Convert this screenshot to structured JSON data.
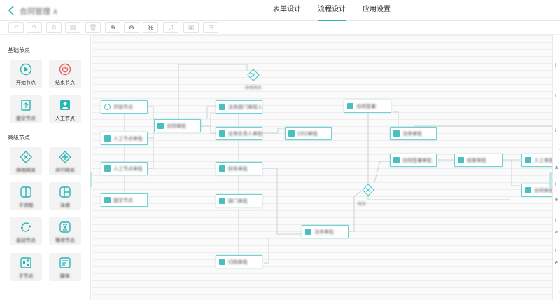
{
  "header": {
    "title": "合同管理 ∧",
    "tabs": [
      {
        "label": "表单设计",
        "active": false
      },
      {
        "label": "流程设计",
        "active": true
      },
      {
        "label": "应用设置",
        "active": false
      }
    ]
  },
  "toolbar": {
    "buttons": [
      {
        "icon": "undo-icon",
        "glyph": "↶"
      },
      {
        "icon": "redo-icon",
        "glyph": "↷"
      },
      {
        "icon": "copy-icon",
        "glyph": "⧉"
      },
      {
        "icon": "paste-icon",
        "glyph": "▤"
      },
      {
        "icon": "delete-icon",
        "glyph": "🗑"
      },
      {
        "icon": "zoom-in-icon",
        "glyph": "⊕"
      },
      {
        "icon": "zoom-out-icon",
        "glyph": "⊖"
      },
      {
        "icon": "actual-size-icon",
        "glyph": "%"
      },
      {
        "icon": "fit-screen-icon",
        "glyph": "⛶"
      },
      {
        "icon": "group-icon",
        "glyph": "▣"
      },
      {
        "icon": "ungroup-icon",
        "glyph": "⊟"
      }
    ]
  },
  "palette": {
    "basic_title": "基础节点",
    "basic": [
      {
        "label": "开始节点",
        "icon": "play-icon"
      },
      {
        "label": "结束节点",
        "icon": "power-icon"
      },
      {
        "label": "提交节点",
        "icon": "submit-icon"
      },
      {
        "label": "人工节点",
        "icon": "user-icon"
      }
    ],
    "advanced_title": "高级节点",
    "advanced": [
      {
        "label": "排他网关",
        "icon": "exclusive-gateway-icon"
      },
      {
        "label": "并行网关",
        "icon": "parallel-gateway-icon"
      },
      {
        "label": "子流程",
        "icon": "subprocess-icon"
      },
      {
        "label": "泳道",
        "icon": "lane-icon"
      },
      {
        "label": "自动节点",
        "icon": "auto-node-icon"
      },
      {
        "label": "等待节点",
        "icon": "hourglass-icon"
      },
      {
        "label": "子节点",
        "icon": "sub-node-icon"
      },
      {
        "label": "脚本",
        "icon": "script-icon"
      }
    ]
  },
  "canvas": {
    "nodes": [
      {
        "id": "n1",
        "label": "开始节点",
        "icon": "ring"
      },
      {
        "id": "n2",
        "label": "人工节点审批",
        "icon": "user"
      },
      {
        "id": "n3",
        "label": "人工节点审批",
        "icon": "user"
      },
      {
        "id": "n4",
        "label": "提交节点",
        "icon": "submit"
      },
      {
        "id": "n5",
        "label": "合同审批",
        "icon": "share"
      },
      {
        "id": "n6",
        "label": "法务部门审核人",
        "icon": "user"
      },
      {
        "id": "n7",
        "label": "业务负责人审批",
        "icon": "user"
      },
      {
        "id": "n8",
        "label": "CEO审批",
        "icon": "user"
      },
      {
        "id": "n9",
        "label": "财务审批",
        "icon": "user"
      },
      {
        "id": "n10",
        "label": "部门审批",
        "icon": "user"
      },
      {
        "id": "n11",
        "label": "归档审批",
        "icon": "user"
      },
      {
        "id": "n12",
        "label": "法务审批",
        "icon": "user"
      },
      {
        "id": "n13",
        "label": "合同签署",
        "icon": "share"
      },
      {
        "id": "n14",
        "label": "法务审批",
        "icon": "user"
      },
      {
        "id": "n15",
        "label": "合同签署审批",
        "icon": "user"
      },
      {
        "id": "n16",
        "label": "结束审批",
        "icon": "user"
      },
      {
        "id": "n17",
        "label": "人工审批",
        "icon": "user"
      },
      {
        "id": "n18",
        "label": "合同审批",
        "icon": "share"
      }
    ],
    "gateways": [
      {
        "id": "g1",
        "label": "排他网关"
      },
      {
        "id": "g2",
        "label": "网关"
      }
    ]
  },
  "right_panel": {
    "letters": [
      "I",
      "I",
      "i",
      "a",
      "I",
      "e",
      "I",
      "a",
      "I",
      "e"
    ]
  },
  "colors": {
    "accent": "#2ab5b5",
    "node_border": "#74d1d1",
    "icon": "#4bbec0"
  }
}
